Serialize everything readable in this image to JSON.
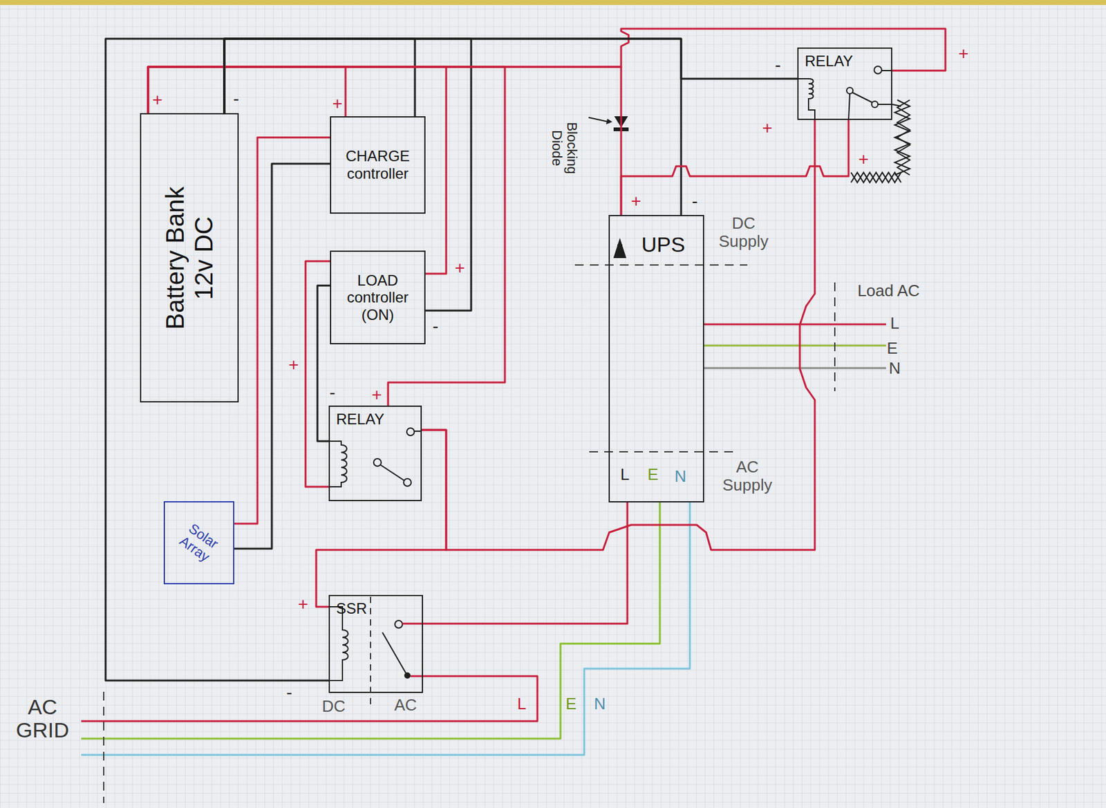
{
  "diagram": {
    "nodes": [
      {
        "text": [
          "Battery Bank 12v DC"
        ]
      },
      {
        "text": [
          "CHARGE controller"
        ]
      },
      {
        "text": [
          "LOAD controller (ON)"
        ]
      },
      {
        "text": [
          "RELAY"
        ]
      },
      {
        "text": [
          "Solar Array"
        ]
      },
      {
        "text": [
          "SSR"
        ]
      },
      {
        "text": [
          "UPS"
        ]
      },
      {
        "text": [
          "RELAY"
        ]
      }
    ],
    "edges": [
      {
        "from": 0,
        "to": 1,
        "arrow": "none"
      },
      {
        "from": 0,
        "to": 1,
        "arrow": "none"
      },
      {
        "from": 4,
        "to": 1,
        "arrow": "none"
      },
      {
        "from": 4,
        "to": 1,
        "arrow": "none"
      },
      {
        "from": 0,
        "to": 2,
        "arrow": "none"
      },
      {
        "from": 0,
        "to": 2,
        "arrow": "none"
      },
      {
        "from": 0,
        "to": 3,
        "arrow": "none"
      },
      {
        "from": 2,
        "to": 3,
        "arrow": "none"
      },
      {
        "from": 2,
        "to": 3,
        "arrow": "none"
      },
      {
        "from": 3,
        "to": 5,
        "arrow": "none"
      },
      {
        "from": 0,
        "to": 5,
        "arrow": "none"
      },
      {
        "from": 0,
        "to": 6,
        "arrow": "none"
      },
      {
        "from": 0,
        "to": 6,
        "arrow": "none"
      },
      {
        "from": 0,
        "to": 7,
        "arrow": "none"
      },
      {
        "from": 0,
        "to": 7,
        "arrow": "none"
      },
      {
        "from": 3,
        "to": 7,
        "arrow": "none"
      },
      {
        "from": 7,
        "to": 6,
        "arrow": "none"
      },
      {
        "from": 5,
        "to": 6,
        "arrow": "none"
      }
    ],
    "labels": [
      "+",
      "-",
      "+",
      "+",
      "-",
      "+",
      "-",
      "+",
      "+",
      "-",
      "DC",
      "AC",
      "Blocking Diode",
      "+",
      "-",
      "DC Supply",
      "L",
      "E",
      "N",
      "AC Supply",
      "Load AC",
      "L",
      "E",
      "N",
      "-",
      "+",
      "+",
      "+",
      "AC GRID",
      "L",
      "E",
      "N"
    ]
  }
}
